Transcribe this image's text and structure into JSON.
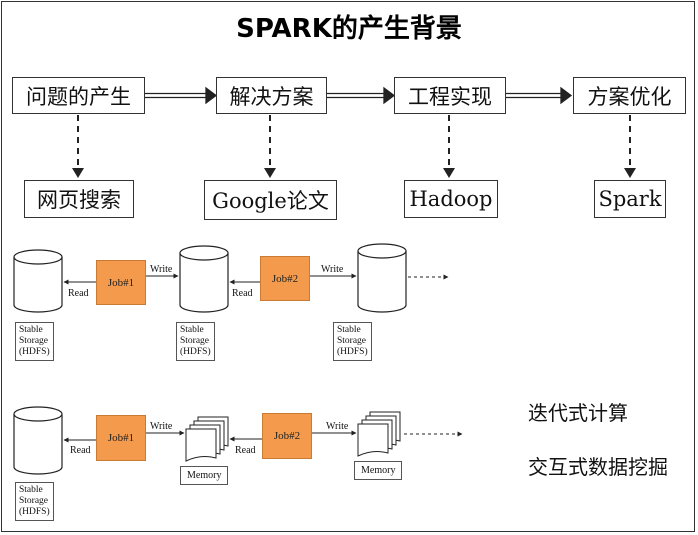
{
  "title": "SPARK的产生背景",
  "flow": {
    "stages": [
      "问题的产生",
      "解决方案",
      "工程实现",
      "方案优化"
    ],
    "results": [
      "网页搜索",
      "Google论文",
      "Hadoop",
      "Spark"
    ]
  },
  "hadoop_flow": {
    "jobs": [
      "Job#1",
      "Job#2"
    ],
    "write": "Write",
    "read": "Read",
    "storage": [
      "Stable",
      "Storage",
      "(HDFS)"
    ]
  },
  "spark_flow": {
    "jobs": [
      "Job#1",
      "Job#2"
    ],
    "write": "Write",
    "read": "Read",
    "storage": [
      "Stable",
      "Storage",
      "(HDFS)"
    ],
    "memory": "Memory"
  },
  "notes": [
    "迭代式计算",
    "交互式数据挖掘"
  ]
}
